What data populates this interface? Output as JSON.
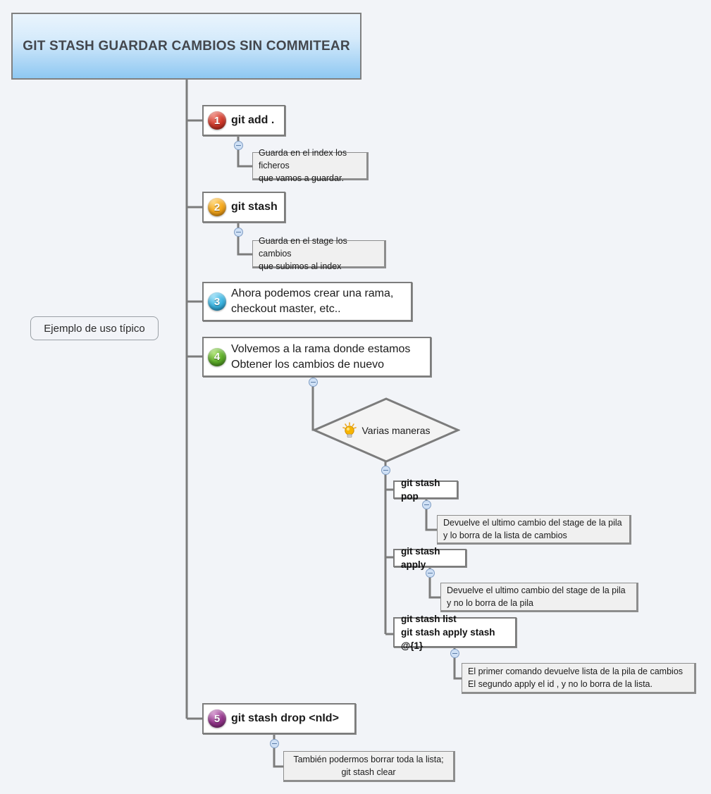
{
  "page": {
    "background_color": "#f2f4f8",
    "edge_color": "#7c7c7c"
  },
  "root": {
    "title": "GIT STASH\nGUARDAR CAMBIOS SIN COMMITEAR",
    "fill_top": "#eaf4fd",
    "fill_bottom": "#8ec8f2",
    "border_color": "#808080"
  },
  "side_tag": {
    "label": "Ejemplo de uso típico"
  },
  "steps": [
    {
      "number": "1",
      "label": "git add .",
      "badge_color": "#d23b2c",
      "bold": true,
      "note": "Guarda en el index los ficheros\nque vamos a guardar."
    },
    {
      "number": "2",
      "label": "git stash",
      "badge_color": "#f5a81c",
      "bold": true,
      "note": "Guarda en el stage los cambios\nque subimos al index"
    },
    {
      "number": "3",
      "label": "Ahora podemos crear una rama,\ncheckout master, etc..",
      "badge_color": "#3fb6e2",
      "bold": false,
      "note": null
    },
    {
      "number": "4",
      "label": "Volvemos a la rama donde estamos\nObtener los cambios de nuevo",
      "badge_color": "#5fae2a",
      "bold": false,
      "note": null
    },
    {
      "number": "5",
      "label": "git stash drop <nId>",
      "badge_color": "#94368c",
      "bold": true,
      "note": "También podermos borrar toda la lista;\ngit stash clear"
    }
  ],
  "decision": {
    "label": "Varias maneras",
    "icon": "lightbulb-icon",
    "fill": "#f4f4f4",
    "border_color": "#7c7c7c"
  },
  "commands": [
    {
      "label": "git stash pop",
      "note": "Devuelve el ultimo cambio del stage de la pila\ny lo borra de la lista de cambios"
    },
    {
      "label": "git stash apply",
      "note": "Devuelve el ultimo cambio del stage de la pila\ny no lo borra de la pila"
    },
    {
      "label": "git stash list\ngit stash apply stash @{1}",
      "note": "El primer comando devuelve lista de la pila de cambios\nEl segundo apply el id , y no lo borra de la lista."
    }
  ],
  "toggles": {
    "icon": "collapse-minus-icon"
  }
}
